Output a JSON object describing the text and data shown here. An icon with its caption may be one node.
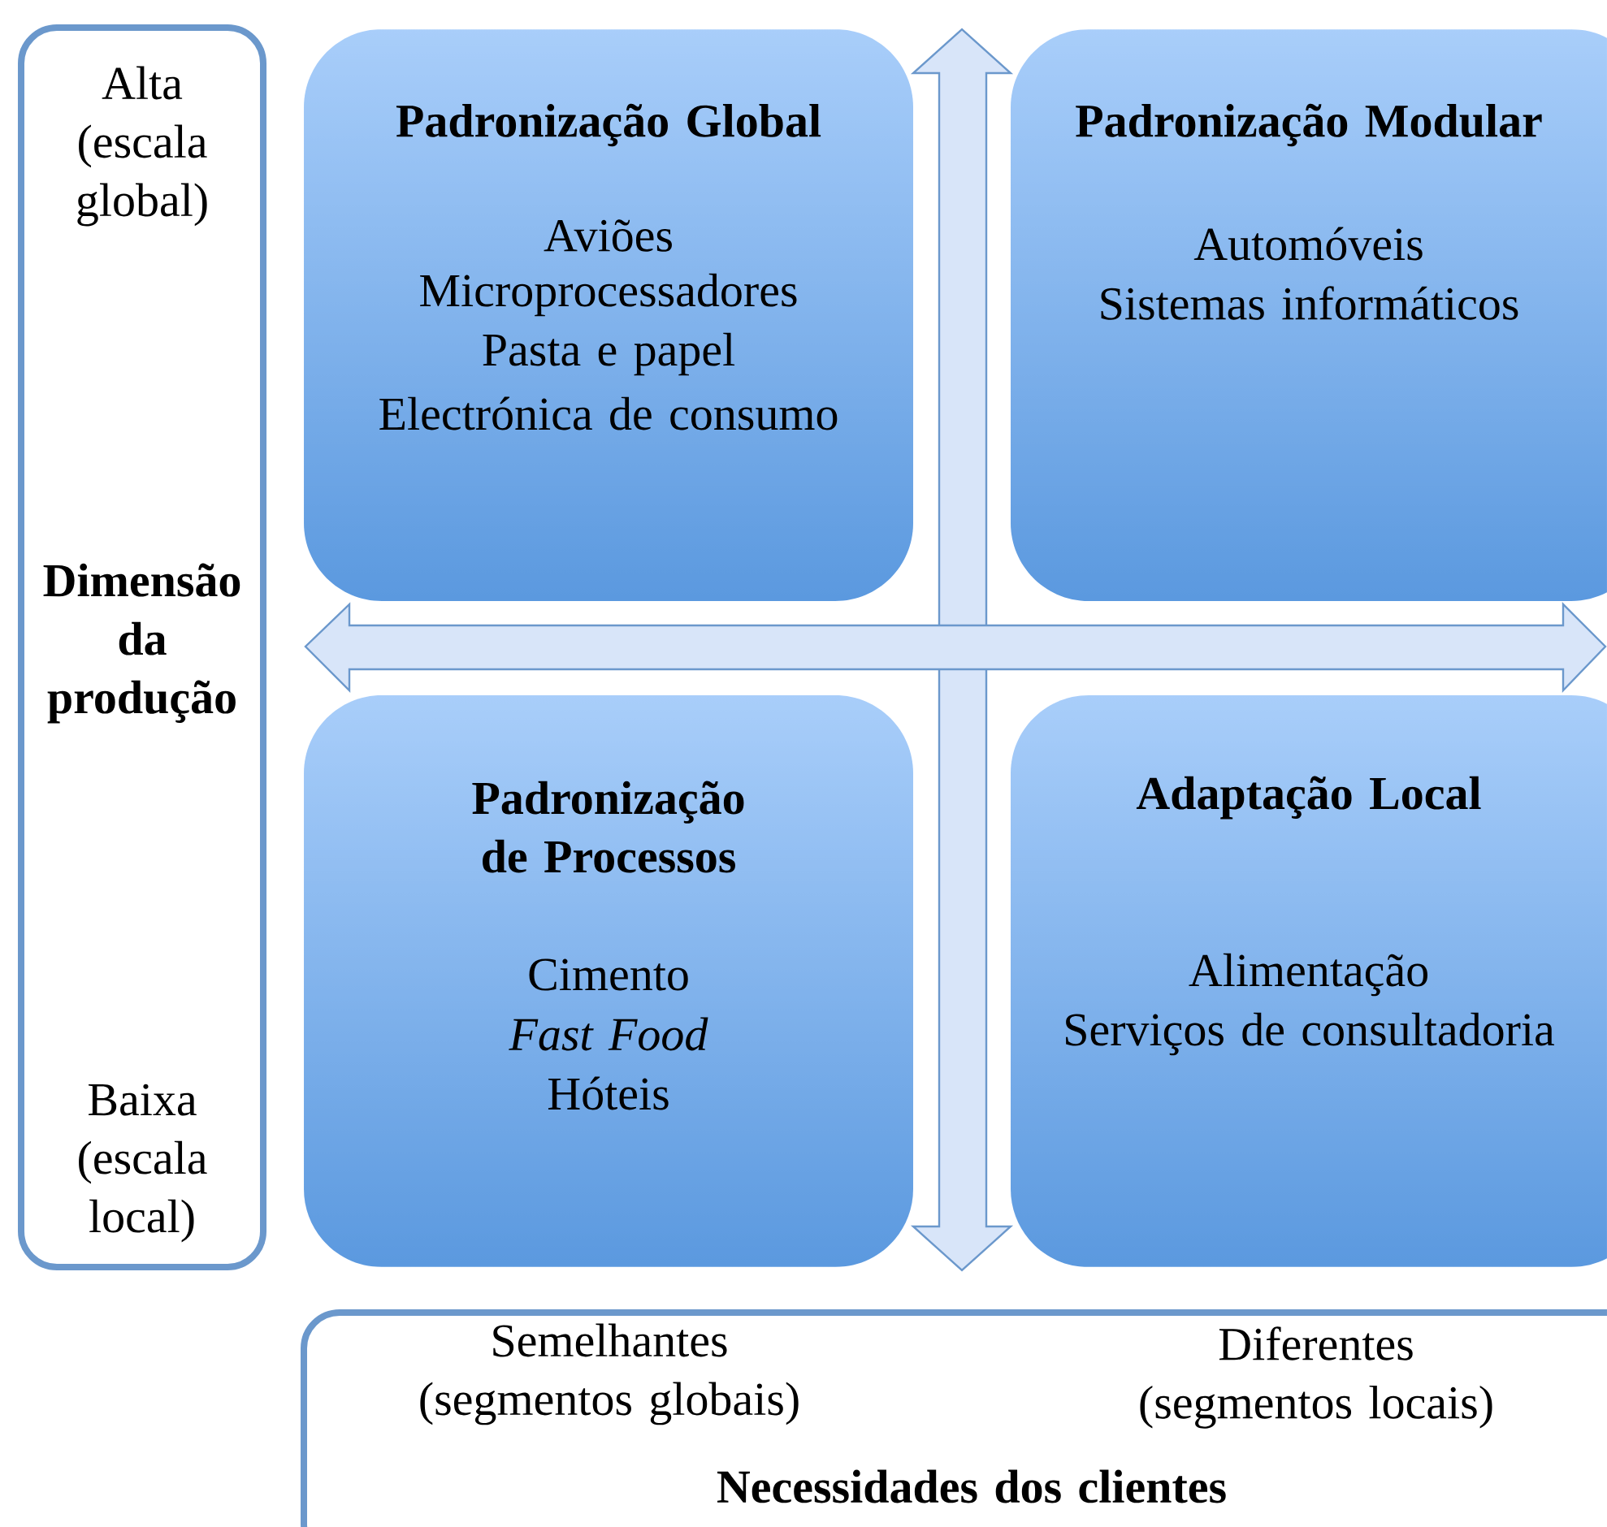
{
  "diagram": {
    "nodes": [
      {
        "text": [
          "Alta (escala global)",
          "Dimensão da produção",
          "Baixa (escala local)"
        ]
      },
      {
        "text": [
          "Padronização Global",
          "Aviões",
          "Microprocessadores",
          "Pasta e papel",
          "Electrónica de consumo"
        ]
      },
      {
        "text": [
          "Padronização Modular",
          "Automóveis",
          "Sistemas informáticos"
        ]
      },
      {
        "text": [
          "Padronização de Processos",
          "Cimento",
          "*Fast Food*",
          "Hóteis"
        ]
      },
      {
        "text": [
          "Adaptação Local",
          "Alimentação",
          "Serviços de consultadoria"
        ]
      },
      {
        "text": [
          "Semelhantes (segmentos globais)",
          "Diferentes (segmentos locais)",
          "Necessidades dos clientes"
        ]
      }
    ]
  }
}
